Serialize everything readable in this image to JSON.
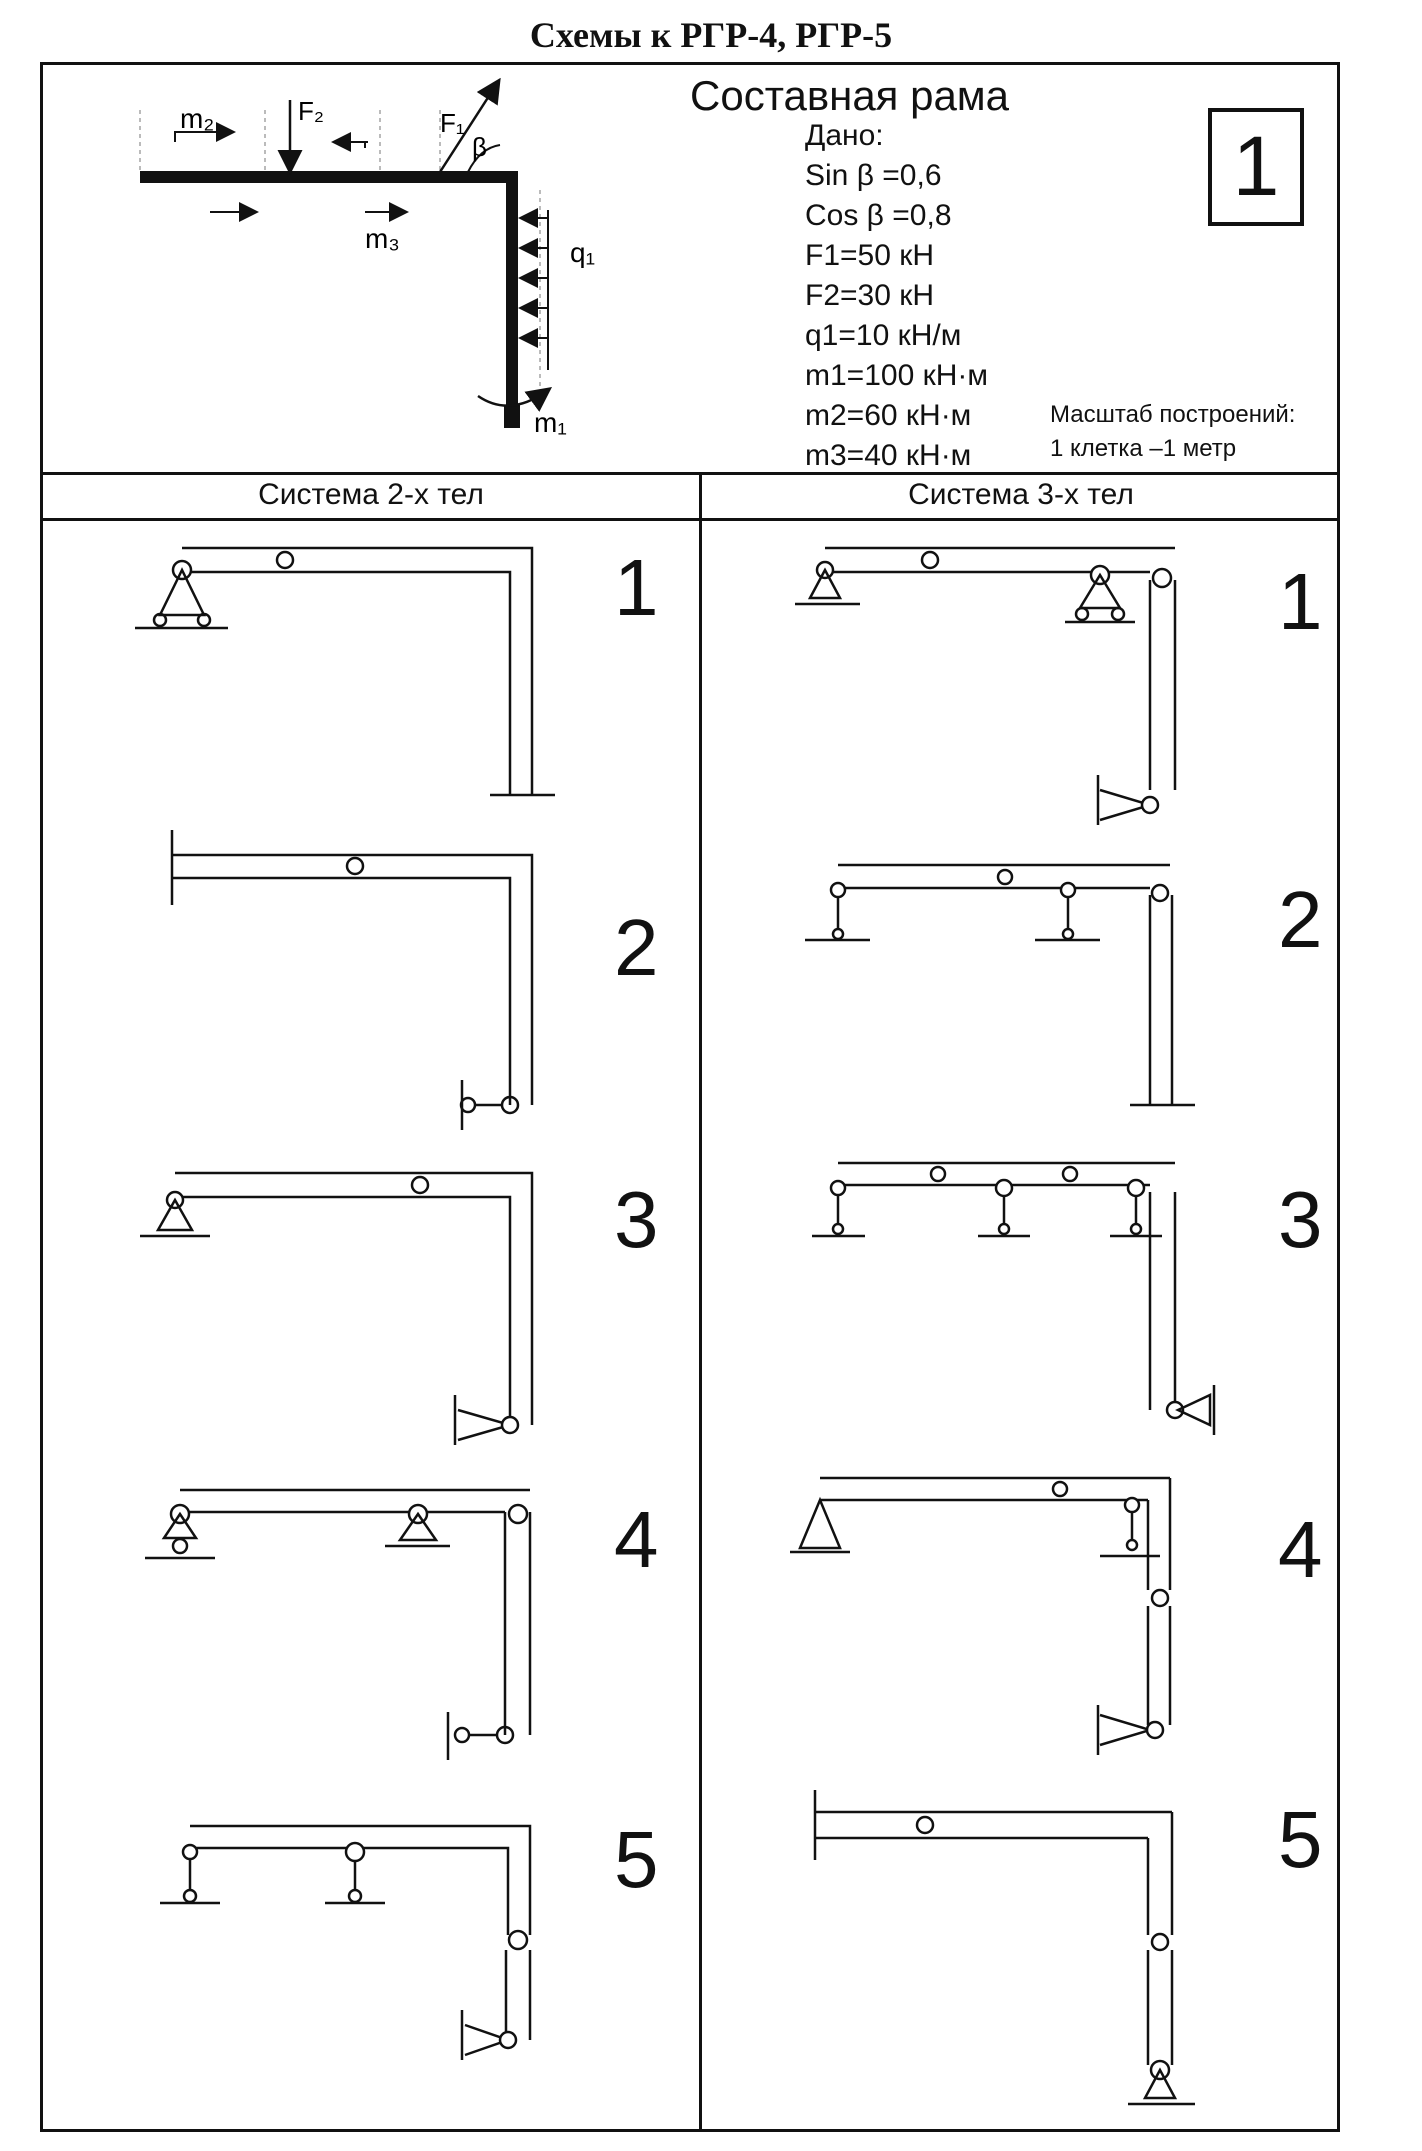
{
  "page_title": "Схемы к РГР-4, РГР-5",
  "header": {
    "frame_title": "Составная рама",
    "given_heading": "Дано:",
    "given": [
      "Sin β =0,6",
      "Cos β =0,8",
      "F1=50 кН",
      "F2=30 кН",
      "q1=10 кН/м",
      "m1=100 кН·м",
      "m2=60 кН·м",
      "m3=40 кН·м"
    ],
    "scale_line1": "Масштаб построений:",
    "scale_line2": "1 клетка –1 метр",
    "variant_number": "1"
  },
  "load_labels": {
    "m2": "m₂",
    "f2": "F₂",
    "f1": "F₁",
    "beta": "β",
    "m3": "m₃",
    "q1": "q₁",
    "m1": "m₁"
  },
  "columns": {
    "left_title": "Система 2-х тел",
    "right_title": "Система 3-х тел"
  },
  "schemes": {
    "left": [
      "1",
      "2",
      "3",
      "4",
      "5"
    ],
    "right": [
      "1",
      "2",
      "3",
      "4",
      "5"
    ]
  }
}
